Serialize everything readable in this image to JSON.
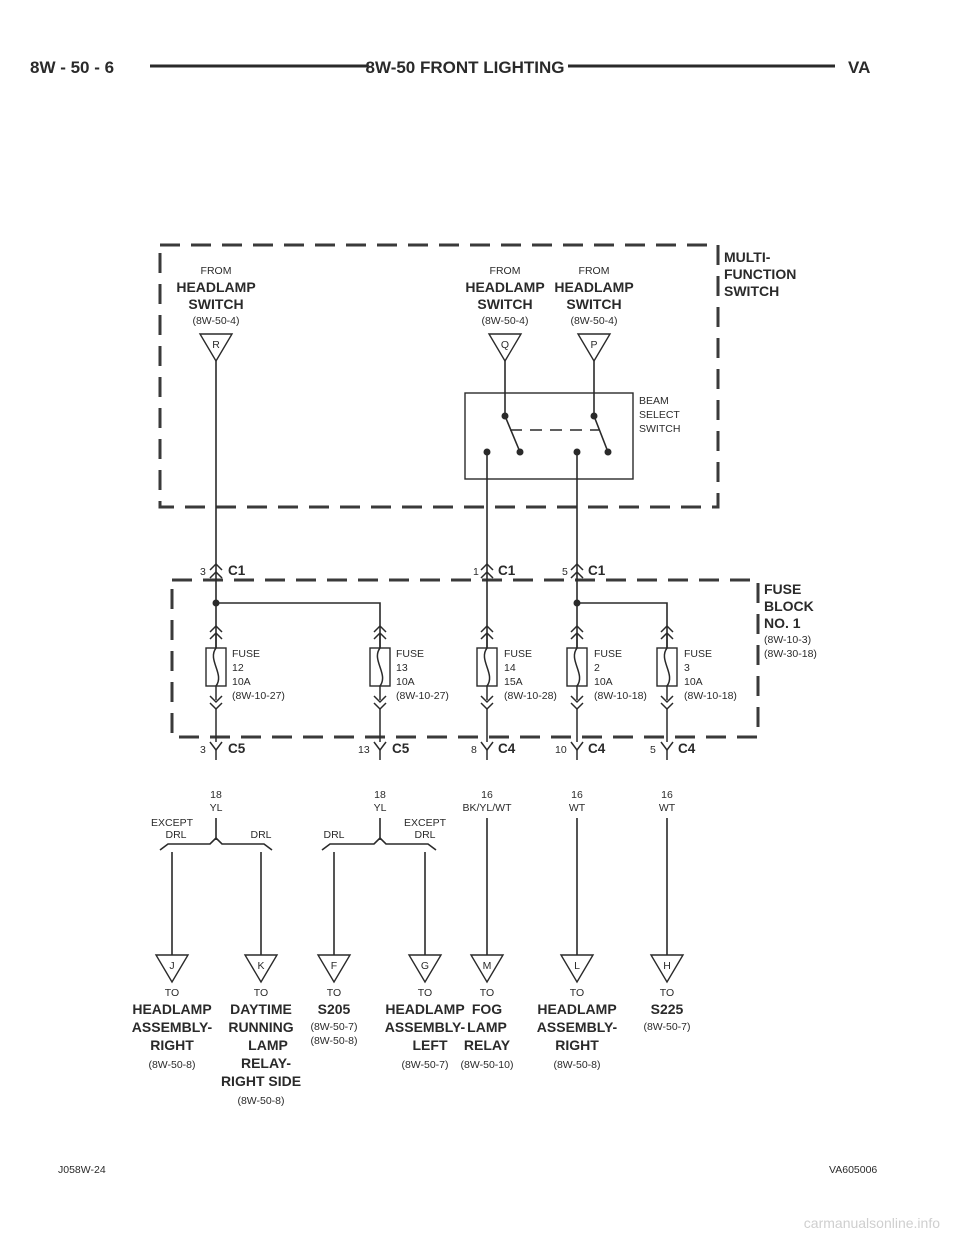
{
  "header": {
    "page_number": "8W - 50 - 6",
    "section_title": "8W-50 FRONT LIGHTING",
    "model": "VA"
  },
  "footer": {
    "left_code": "J058W-24",
    "right_code": "VA605006"
  },
  "watermark": "carmanualsonline.info",
  "multifunction_switch": {
    "label": [
      "MULTI-",
      "FUNCTION",
      "SWITCH"
    ],
    "beam_select": [
      "BEAM",
      "SELECT",
      "SWITCH"
    ],
    "sources": [
      {
        "from": "FROM",
        "name": [
          "HEADLAMP",
          "SWITCH"
        ],
        "ref": "(8W-50-4)",
        "pin": "R"
      },
      {
        "from": "FROM",
        "name": [
          "HEADLAMP",
          "SWITCH"
        ],
        "ref": "(8W-50-4)",
        "pin": "Q"
      },
      {
        "from": "FROM",
        "name": [
          "HEADLAMP",
          "SWITCH"
        ],
        "ref": "(8W-50-4)",
        "pin": "P"
      }
    ]
  },
  "c1_pins": [
    {
      "pin": "3",
      "conn": "C1"
    },
    {
      "pin": "1",
      "conn": "C1"
    },
    {
      "pin": "5",
      "conn": "C1"
    }
  ],
  "fuse_block": {
    "label": [
      "FUSE",
      "BLOCK",
      "NO. 1"
    ],
    "refs": [
      "(8W-10-3)",
      "(8W-30-18)"
    ],
    "fuses": [
      {
        "lines": [
          "FUSE",
          "12",
          "10A",
          "(8W-10-27)"
        ]
      },
      {
        "lines": [
          "FUSE",
          "13",
          "10A",
          "(8W-10-27)"
        ]
      },
      {
        "lines": [
          "FUSE",
          "14",
          "15A",
          "(8W-10-28)"
        ]
      },
      {
        "lines": [
          "FUSE",
          "2",
          "10A",
          "(8W-10-18)"
        ]
      },
      {
        "lines": [
          "FUSE",
          "3",
          "10A",
          "(8W-10-18)"
        ]
      }
    ]
  },
  "output_pins": [
    {
      "pin": "3",
      "conn": "C5"
    },
    {
      "pin": "13",
      "conn": "C5"
    },
    {
      "pin": "8",
      "conn": "C4"
    },
    {
      "pin": "10",
      "conn": "C4"
    },
    {
      "pin": "5",
      "conn": "C4"
    }
  ],
  "wires": [
    {
      "gauge": "18",
      "color": "YL"
    },
    {
      "gauge": "18",
      "color": "YL"
    },
    {
      "gauge": "16",
      "color": "BK/YL/WT"
    },
    {
      "gauge": "16",
      "color": "WT"
    },
    {
      "gauge": "16",
      "color": "WT"
    }
  ],
  "branch_labels": {
    "left_except": [
      "EXCEPT",
      "DRL"
    ],
    "left_drl": "DRL",
    "right_drl": "DRL",
    "right_except": [
      "EXCEPT",
      "DRL"
    ]
  },
  "destinations": [
    {
      "pin": "J",
      "to": "TO",
      "name": [
        "HEADLAMP",
        "ASSEMBLY-",
        "RIGHT"
      ],
      "refs": [
        "(8W-50-8)"
      ]
    },
    {
      "pin": "K",
      "to": "TO",
      "name": [
        "DAYTIME",
        "RUNNING",
        "LAMP",
        "RELAY-",
        "RIGHT SIDE"
      ],
      "refs": [
        "(8W-50-8)"
      ]
    },
    {
      "pin": "F",
      "to": "TO",
      "name": [
        "S205"
      ],
      "refs": [
        "(8W-50-7)",
        "(8W-50-8)"
      ]
    },
    {
      "pin": "G",
      "to": "TO",
      "name": [
        "HEADLAMP",
        "ASSEMBLY-",
        "LEFT"
      ],
      "refs": [
        "(8W-50-7)"
      ]
    },
    {
      "pin": "M",
      "to": "TO",
      "name": [
        "FOG",
        "LAMP",
        "RELAY"
      ],
      "refs": [
        "(8W-50-10)"
      ]
    },
    {
      "pin": "L",
      "to": "TO",
      "name": [
        "HEADLAMP",
        "ASSEMBLY-",
        "RIGHT"
      ],
      "refs": [
        "(8W-50-8)"
      ]
    },
    {
      "pin": "H",
      "to": "TO",
      "name": [
        "S225"
      ],
      "refs": [
        "(8W-50-7)"
      ]
    }
  ]
}
